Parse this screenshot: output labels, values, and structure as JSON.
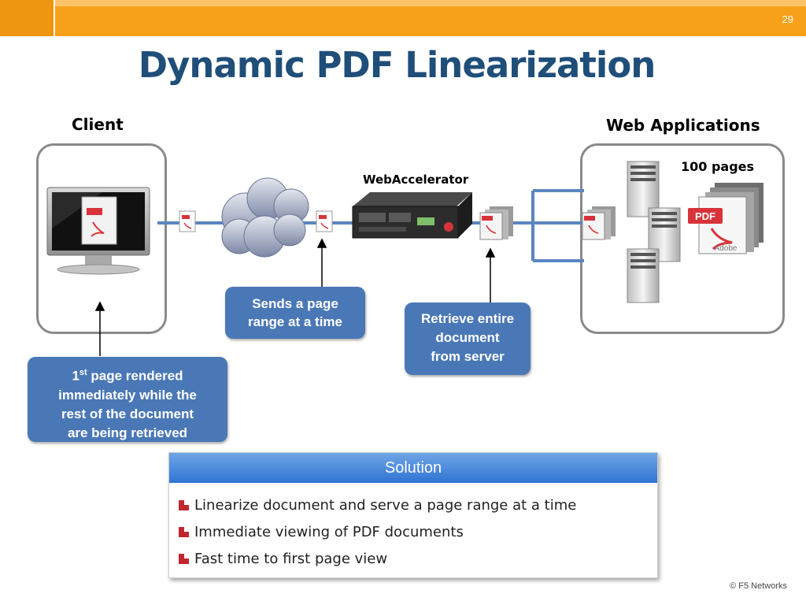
{
  "slide": {
    "number": "29",
    "title": "Dynamic PDF Linearization",
    "copyright": "© F5 Networks"
  },
  "diagram": {
    "client_label": "Client",
    "web_apps_label": "Web Applications",
    "webaccelerator_label": "WebAccelerator",
    "pages_label": "100 pages",
    "pdf_icon_text": "PDF",
    "adobe_text": "Adobe",
    "callouts": {
      "page_range": [
        "Sends a page",
        "range at a time"
      ],
      "retrieve": [
        "Retrieve entire",
        "document",
        "from server"
      ],
      "first_page": {
        "line1_prefix": "1",
        "line1_sup": "st",
        "line1_rest": " page rendered",
        "line2": "immediately while the",
        "line3": "rest of the document",
        "line4": "are being retrieved"
      }
    }
  },
  "solution": {
    "heading": "Solution",
    "items": [
      "Linearize document and serve a page range at a time",
      "Immediate viewing of PDF documents",
      "Fast time to first page view"
    ]
  },
  "colors": {
    "header_orange": "#f7a11a",
    "title_blue": "#1f4e79",
    "callout_blue": "#4a78b6",
    "link_blue": "#5b86bf",
    "bullet_red": "#c0282d"
  }
}
